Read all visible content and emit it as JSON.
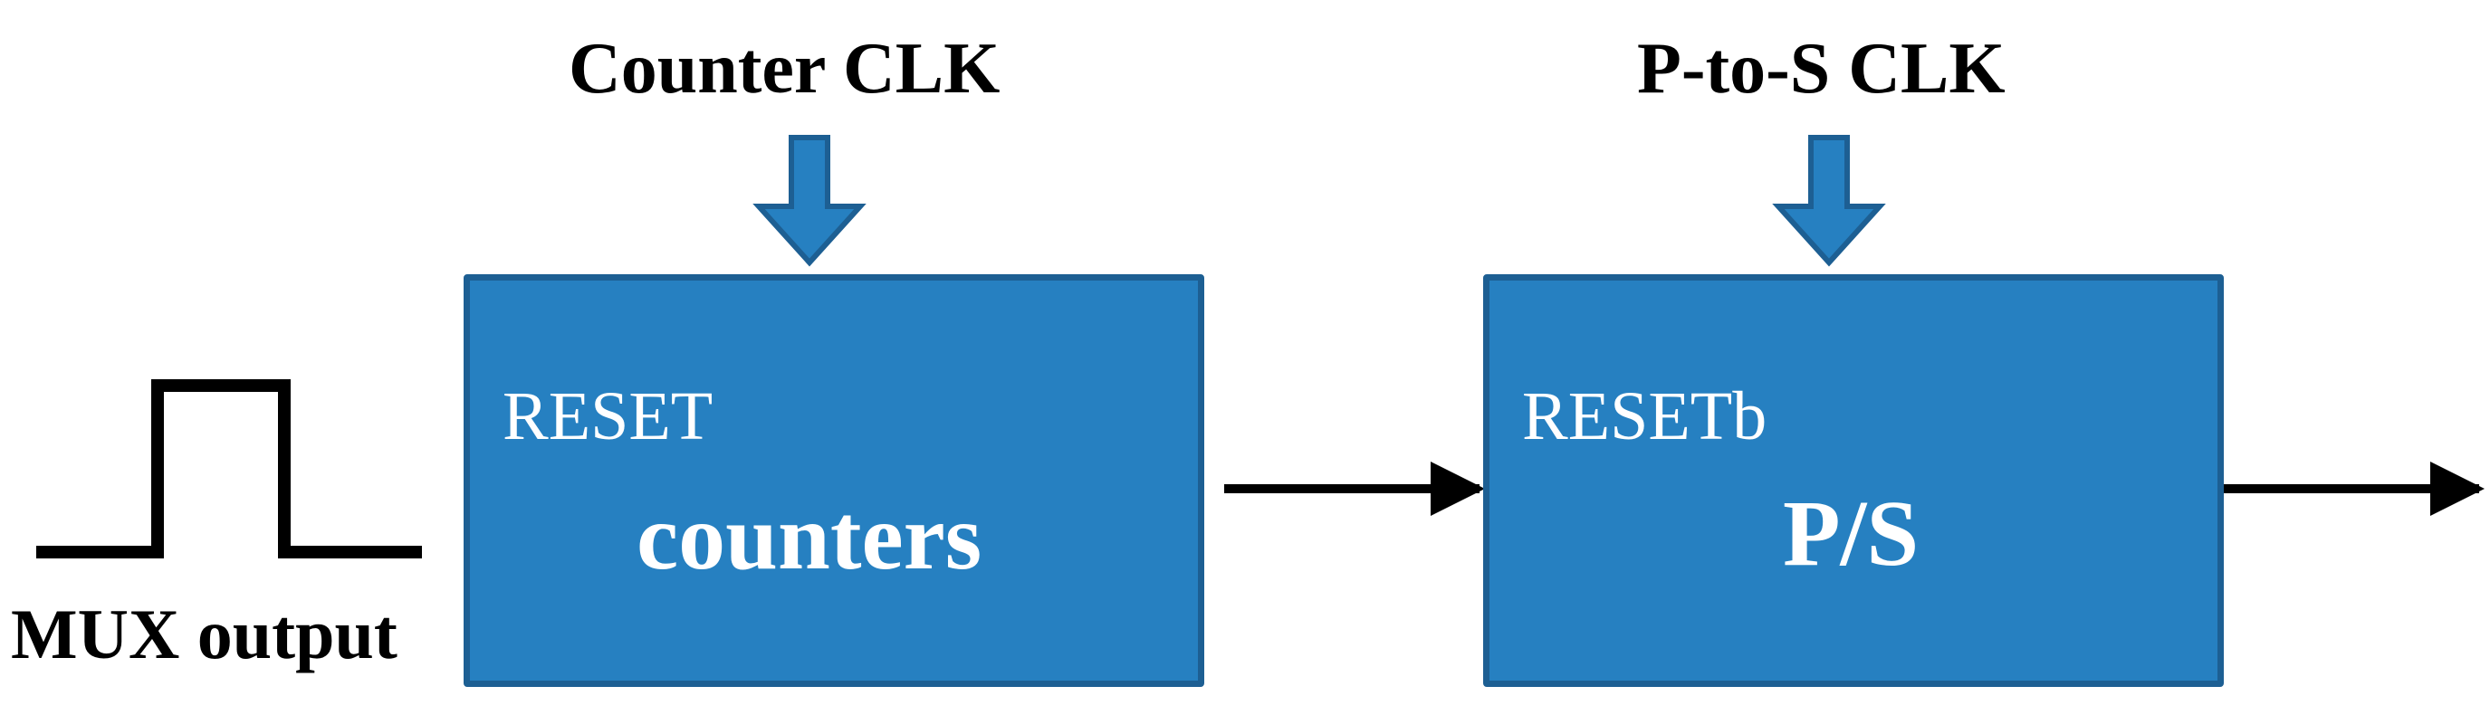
{
  "inputs": {
    "counter_clk": "Counter CLK",
    "ps_clk": "P-to-S CLK",
    "mux_output": "MUX output"
  },
  "blocks": {
    "counter": {
      "sub_label": "RESET",
      "main_label": "counters"
    },
    "ps": {
      "sub_label": "RESETb",
      "main_label": "P/S"
    }
  },
  "colors": {
    "block_fill": "#2680c1",
    "block_border": "#1d5f93",
    "clock_arrow_fill": "#2680c1",
    "clock_arrow_border": "#1d5f93",
    "signal_line": "#000000"
  }
}
